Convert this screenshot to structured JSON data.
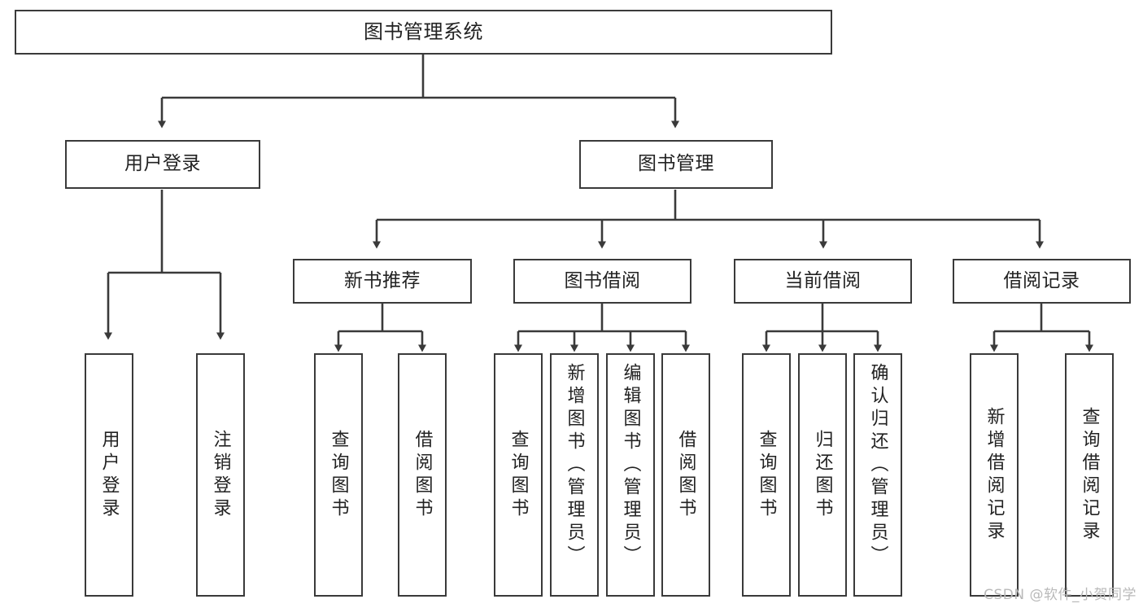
{
  "diagram": {
    "type": "tree-hierarchy",
    "title": "图书管理系统",
    "orientation": "top-down",
    "colors": {
      "stroke": "#3a3a3a",
      "fill": "#ffffff",
      "text": "#222222",
      "watermark": "#b9b9b9"
    },
    "root": {
      "label": "图书管理系统"
    },
    "level2": [
      {
        "label": "用户登录"
      },
      {
        "label": "图书管理"
      }
    ],
    "level3": [
      {
        "label": "新书推荐"
      },
      {
        "label": "图书借阅"
      },
      {
        "label": "当前借阅"
      },
      {
        "label": "借阅记录"
      }
    ],
    "leaves": {
      "user_login": [
        {
          "label": "用户登录"
        },
        {
          "label": "注销登录"
        }
      ],
      "new_book_recommend": [
        {
          "label": "查询图书"
        },
        {
          "label": "借阅图书"
        }
      ],
      "book_borrow": [
        {
          "label": "查询图书"
        },
        {
          "label": "新增图书（管理员）"
        },
        {
          "label": "编辑图书（管理员）"
        },
        {
          "label": "借阅图书"
        }
      ],
      "current_borrow": [
        {
          "label": "查询图书"
        },
        {
          "label": "归还图书"
        },
        {
          "label": "确认归还（管理员）"
        }
      ],
      "borrow_record": [
        {
          "label": "新增借阅记录"
        },
        {
          "label": "查询借阅记录"
        }
      ]
    }
  },
  "watermark": {
    "text": "CSDN @软件_小贺同学"
  }
}
